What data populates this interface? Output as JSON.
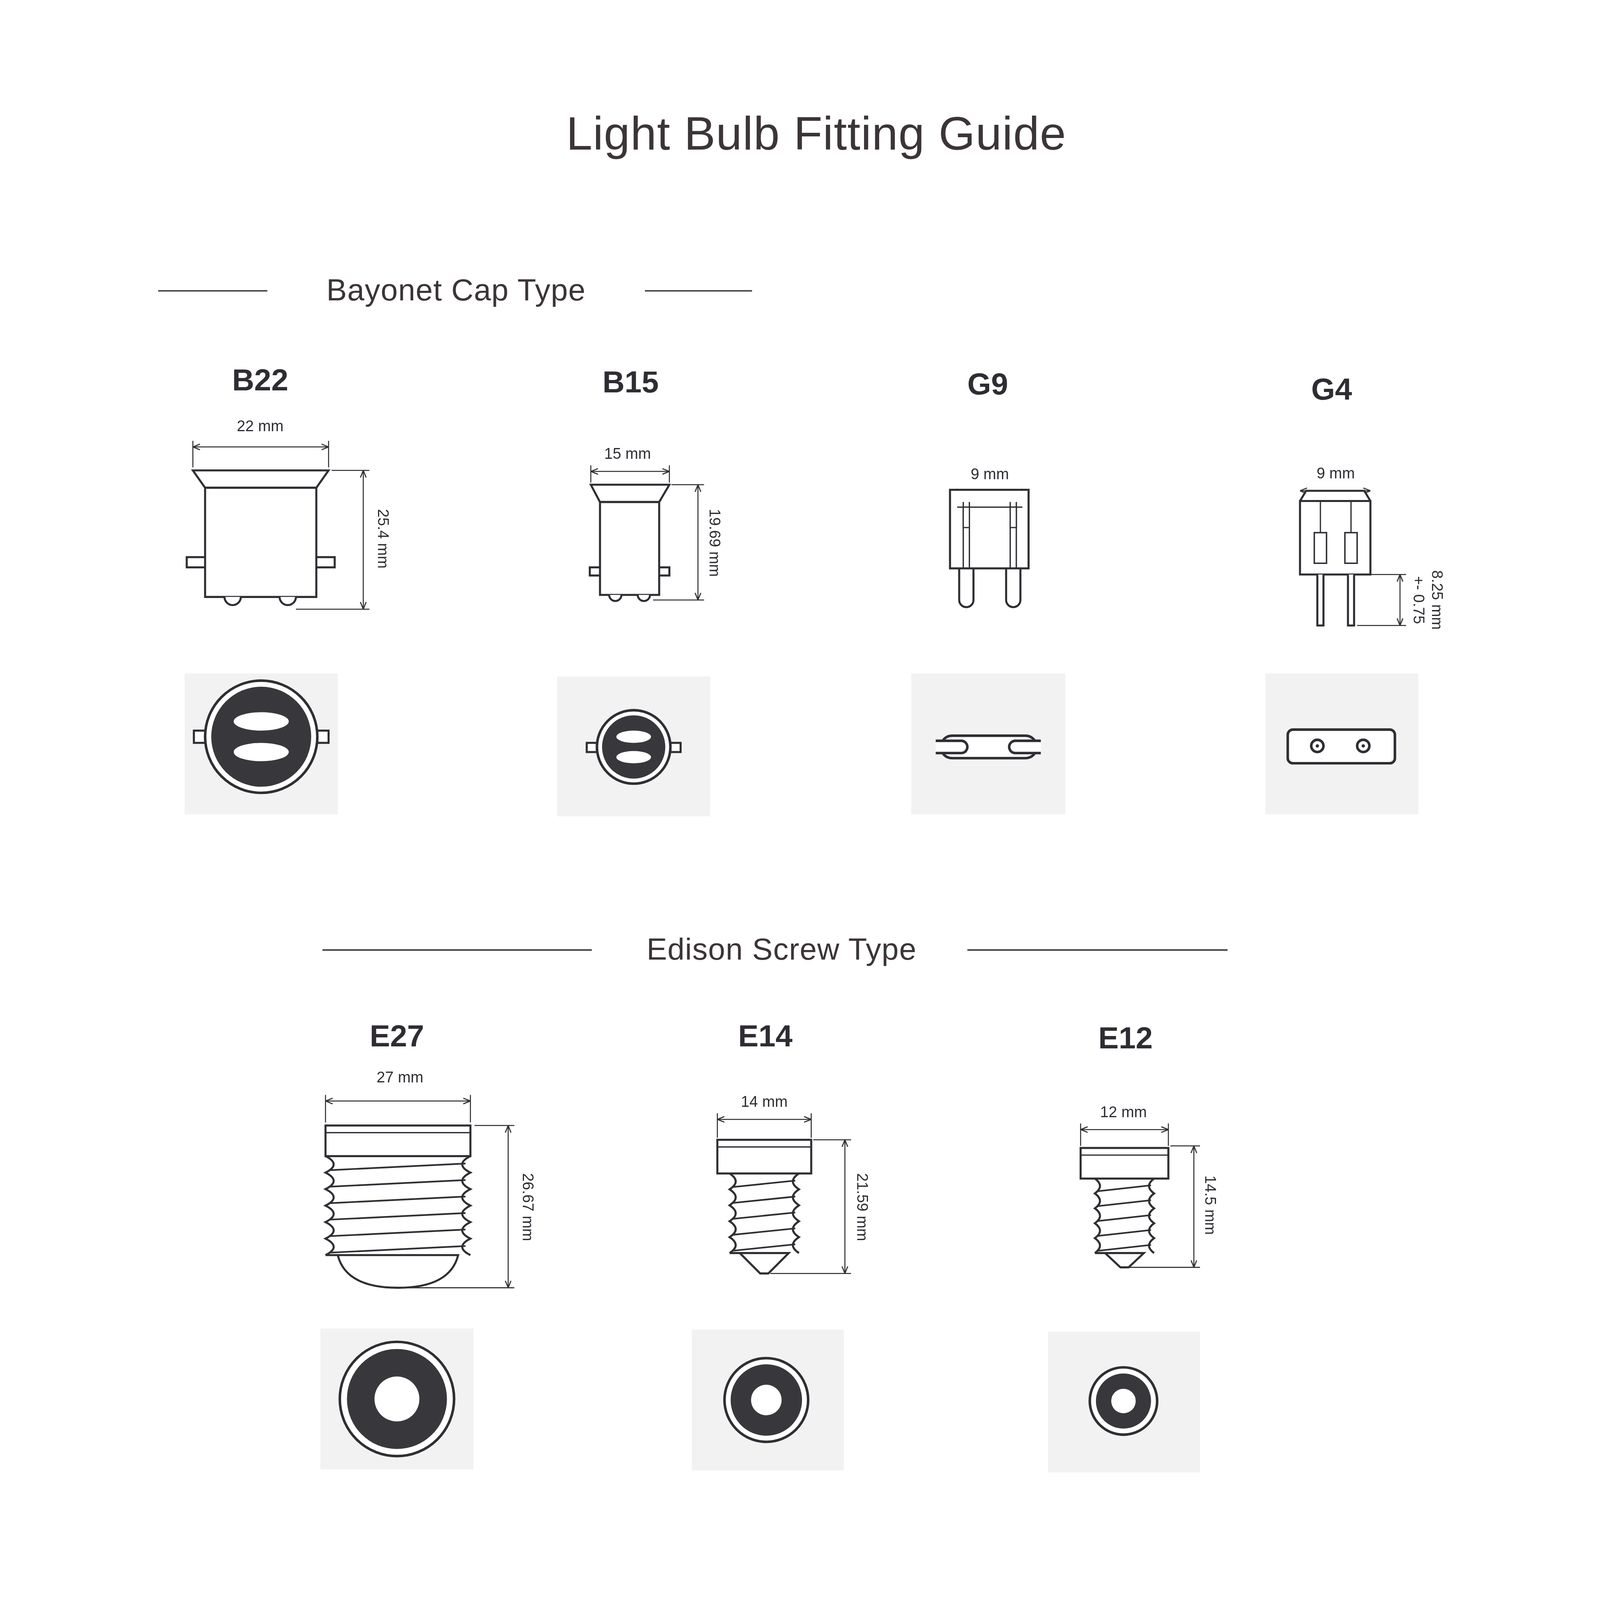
{
  "diagram": {
    "title": "Light Bulb Fitting Guide",
    "labels": [
      "Bayonet Cap Type",
      "B22",
      "B15",
      "G9",
      "G4",
      "22 mm",
      "25.4 mm",
      "15 mm",
      "19.69 mm",
      "9 mm",
      "9 mm",
      "8.25 mm",
      "+- 0.75",
      "Edison Screw Type",
      "E27",
      "E14",
      "E12",
      "27 mm",
      "26.67 mm",
      "14 mm",
      "21.59 mm",
      "12 mm",
      "14.5 mm"
    ]
  }
}
